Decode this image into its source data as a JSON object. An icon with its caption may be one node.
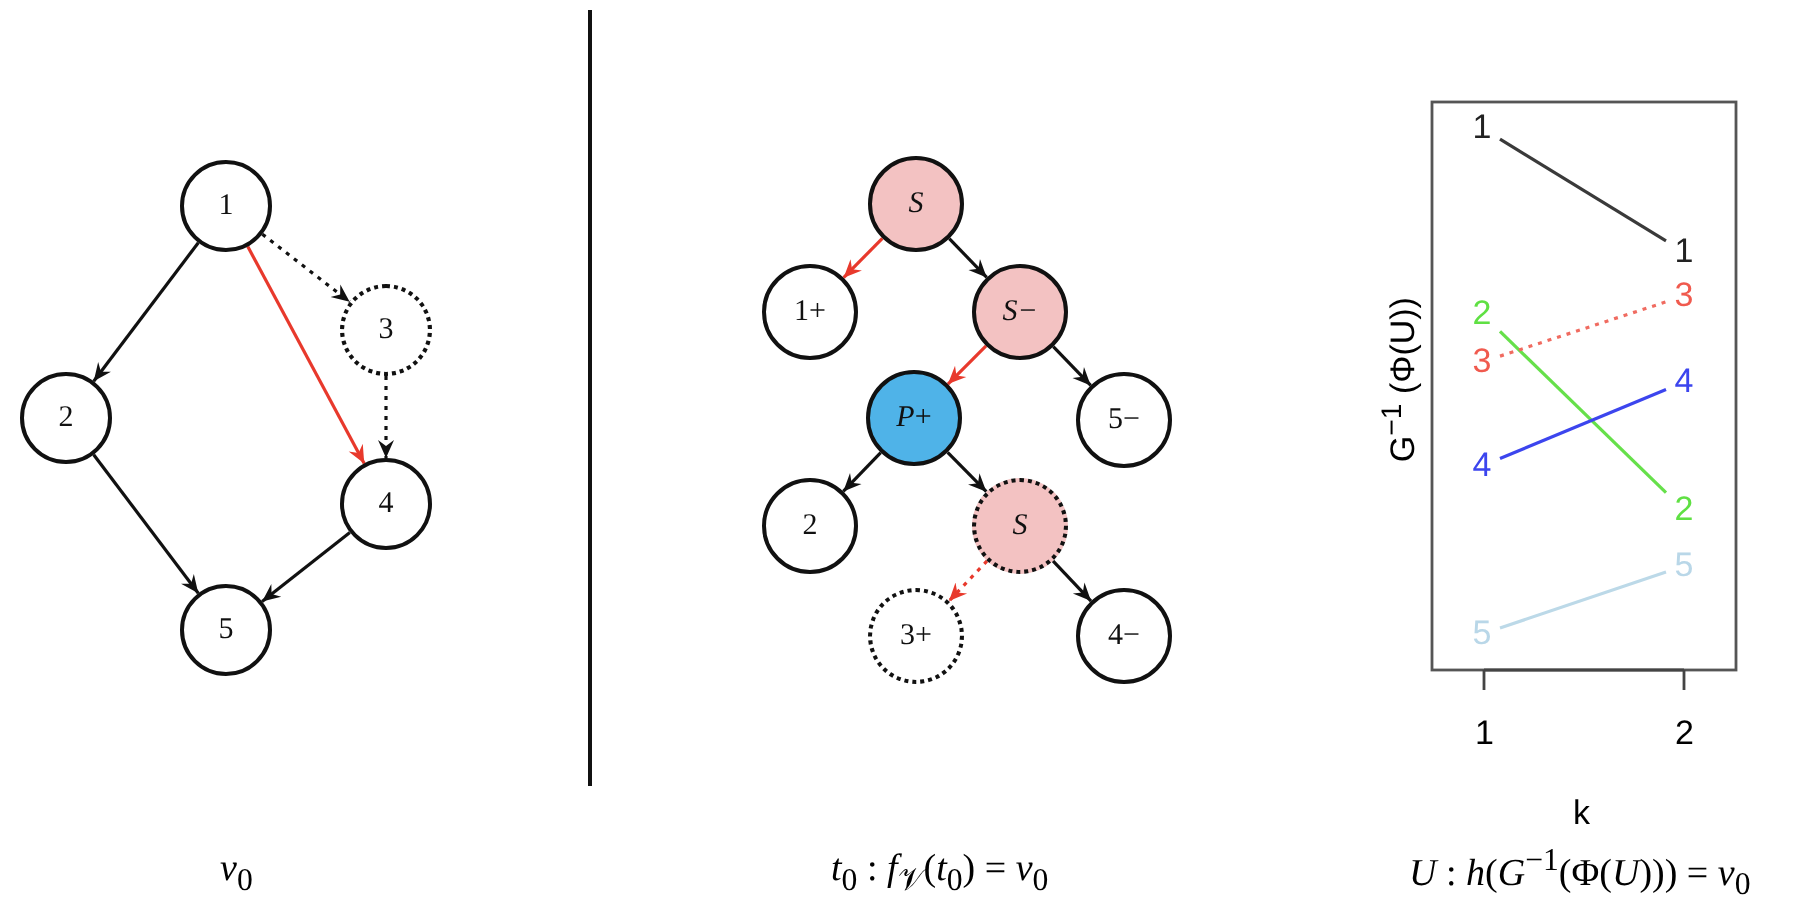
{
  "diagram": {
    "nodes": [
      {
        "text": [
          "1"
        ]
      },
      {
        "text": [
          "3"
        ]
      },
      {
        "text": [
          "2"
        ]
      },
      {
        "text": [
          "4"
        ]
      },
      {
        "text": [
          "5"
        ]
      },
      {
        "text": [
          "S"
        ]
      },
      {
        "text": [
          "1+"
        ]
      },
      {
        "text": [
          "S−"
        ]
      },
      {
        "text": [
          "*P*+"
        ]
      },
      {
        "text": [
          "5−"
        ]
      },
      {
        "text": [
          "2"
        ]
      },
      {
        "text": [
          "S"
        ]
      },
      {
        "text": [
          "3+"
        ]
      },
      {
        "text": [
          "4−"
        ]
      },
      {
        "text": [
          "1"
        ]
      },
      {
        "text": [
          "1"
        ]
      },
      {
        "text": [
          "3"
        ]
      },
      {
        "text": [
          "2"
        ]
      },
      {
        "text": [
          "3"
        ]
      },
      {
        "text": [
          "4"
        ]
      },
      {
        "text": [
          "4"
        ]
      },
      {
        "text": [
          "2"
        ]
      },
      {
        "text": [
          "5"
        ]
      },
      {
        "text": [
          "5"
        ]
      }
    ],
    "edges": [
      {
        "from": 0,
        "to": 2,
        "arrow": "to"
      },
      {
        "from": 0,
        "to": 1,
        "arrow": "to",
        "style": "dashed"
      },
      {
        "from": 0,
        "to": 3,
        "arrow": "to",
        "color": "#e8392c"
      },
      {
        "from": 1,
        "to": 3,
        "arrow": "to",
        "style": "dashed"
      },
      {
        "from": 2,
        "to": 4,
        "arrow": "to"
      },
      {
        "from": 3,
        "to": 4,
        "arrow": "to"
      },
      {
        "from": 5,
        "to": 6,
        "arrow": "to",
        "color": "#e8392c"
      },
      {
        "from": 5,
        "to": 7,
        "arrow": "to"
      },
      {
        "from": 7,
        "to": 8,
        "arrow": "to",
        "color": "#e8392c"
      },
      {
        "from": 7,
        "to": 9,
        "arrow": "to"
      },
      {
        "from": 8,
        "to": 10,
        "arrow": "to"
      },
      {
        "from": 8,
        "to": 11,
        "arrow": "to"
      },
      {
        "from": 11,
        "to": 12,
        "arrow": "to",
        "style": "dashed",
        "color": "#e8392c"
      },
      {
        "from": 11,
        "to": 13,
        "arrow": "to"
      },
      {
        "from": 14,
        "to": 15,
        "arrow": "none",
        "color": "#3a3a3a"
      },
      {
        "from": 17,
        "to": 21,
        "arrow": "none",
        "color": "#66e04a"
      },
      {
        "from": 18,
        "to": 16,
        "arrow": "none",
        "style": "dashed",
        "color": "#f06b60"
      },
      {
        "from": 20,
        "to": 19,
        "arrow": "none",
        "color": "#3c45ee"
      },
      {
        "from": 23,
        "to": 22,
        "arrow": "none",
        "color": "#bcd9e8"
      }
    ],
    "labels": [
      "G$^{−1}$ (Φ(U))",
      "1",
      "2",
      "k",
      "*v*$_{0}$",
      "*t*$_{0}$ : *f*$_{𝒱}$(*t*$_{0}$) = *v*$_{0}$",
      "*U* : *h*(*G*$^{−1}$(Φ(*U*))) = *v*$_{0}$"
    ]
  }
}
